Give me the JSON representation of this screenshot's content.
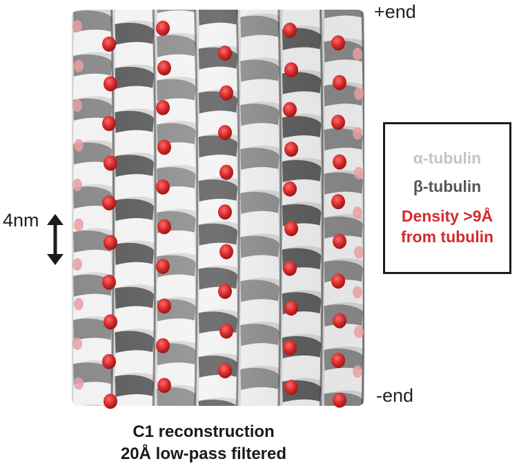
{
  "labels": {
    "plus_end": "+end",
    "minus_end": "-end",
    "scale": "4nm"
  },
  "legend": {
    "alpha": "α-tubulin",
    "beta": "β-tubulin",
    "density_line1": "Density >9Å",
    "density_line2": "from tubulin",
    "colors": {
      "alpha": "#c4c4c4",
      "beta": "#555555",
      "density": "#d42a2a"
    }
  },
  "caption": {
    "line1": "C1 reconstruction",
    "line2": "20Å low-pass filtered"
  },
  "render": {
    "protofilaments": 7,
    "dimers_per_column": 9,
    "colors": {
      "alpha_light": "#f2f2f2",
      "alpha_mid": "#d6d6d6",
      "beta_dark": "#5a5a5a",
      "beta_mid": "#8a8a8a",
      "groove": "#2e2e2e",
      "density": "#d42a2a",
      "density_dark": "#8e1414",
      "density_faint": "#e8a0a0"
    }
  }
}
